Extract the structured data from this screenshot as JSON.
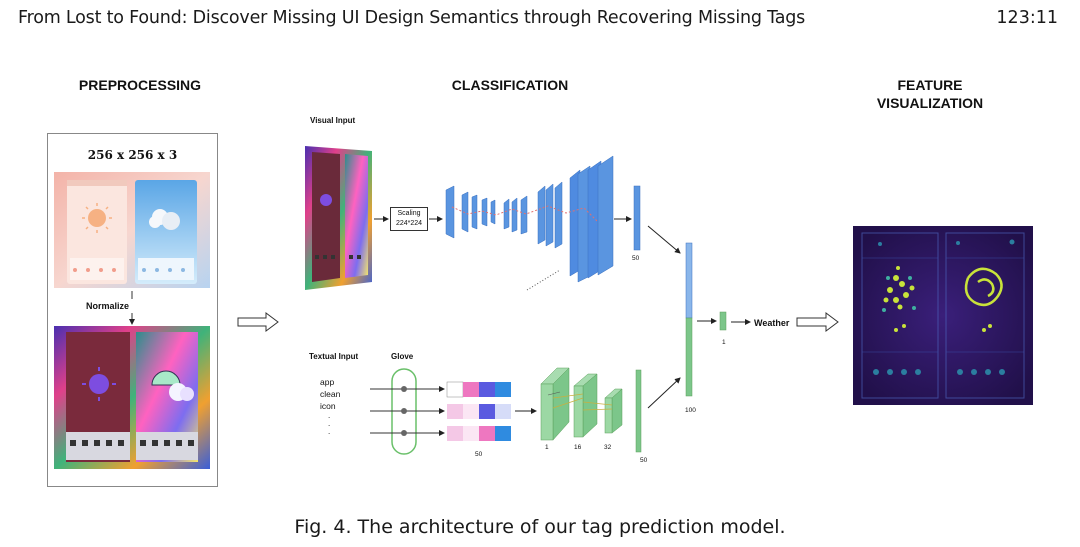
{
  "header": {
    "title": "From Lost to Found: Discover Missing UI Design Semantics through Recovering Missing Tags",
    "page": "123:11"
  },
  "sections": {
    "preprocessing": "PREPROCESSING",
    "classification": "CLASSIFICATION",
    "feature_line1": "FEATURE",
    "feature_line2": "VISUALIZATION"
  },
  "preprocessing": {
    "resolution": "256 x 256 x 3",
    "normalize": "Normalize"
  },
  "classification": {
    "visual_input": "Visual Input",
    "scaling_line1": "Scaling",
    "scaling_line2": "224*224",
    "visual_vector_size": "50",
    "textual_input": "Textual Input",
    "glove": "Glove",
    "words": [
      "app",
      "clean",
      "icon"
    ],
    "dots": ".\n.\n.",
    "embedding_size": "50",
    "cnn_labels": [
      "1",
      "16",
      "32"
    ],
    "text_vector_size": "50",
    "concat_size": "100",
    "output_size": "1",
    "output_tag": "Weather"
  },
  "caption": "Fig. 4.  The architecture of our tag prediction model."
}
